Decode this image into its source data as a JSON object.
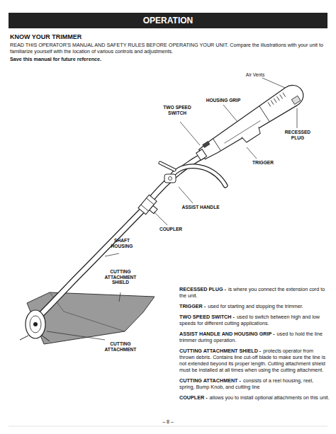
{
  "diagram": {
    "title": "OPERATION",
    "labels": [
      "KNOW YOUR TRIMMER",
      "READ THIS OPERATOR'S MANUAL AND SAFETY RULES BEFORE OPERATING YOUR UNIT. Compare the illustrations with your unit to familiarize yourself with the location of various controls and adjustments.",
      "Save this manual for future reference.",
      "Air Vents",
      "HOUSING GRIP",
      "TWO SPEED SWITCH",
      "RECESSED PLUG",
      "TRIGGER",
      "ASSIST HANDLE",
      "COUPLER",
      "SHAFT HOUSING",
      "CUTTING ATTACHMENT SHIELD",
      "CUTTING ATTACHMENT",
      "RECESSED PLUG -",
      "is where you connect the extension cord to the unit.",
      "TRIGGER -",
      "used for starting and stopping the trimmer.",
      "TWO SPEED SWITCH -",
      "used to switch between high and low speeds for different cutting applications.",
      "ASSIST HANDLE AND HOUSING GRIP -",
      "used to hold the line trimmer during operation.",
      "CUTTING ATTACHMENT SHIELD -",
      "protects operator from thrown debris. Contains line cut-off blade to make sure the line is not extended beyond its proper length. Cutting attachment shield must be installed at all times when using the cutting attachment.",
      "CUTTING ATTACHMENT -",
      "consists of a reel housing, reel, spring, Bump Knob, and cutting line",
      "COUPLER -",
      "allows you to install optional attachments on this unit.",
      "– 8 –"
    ]
  }
}
